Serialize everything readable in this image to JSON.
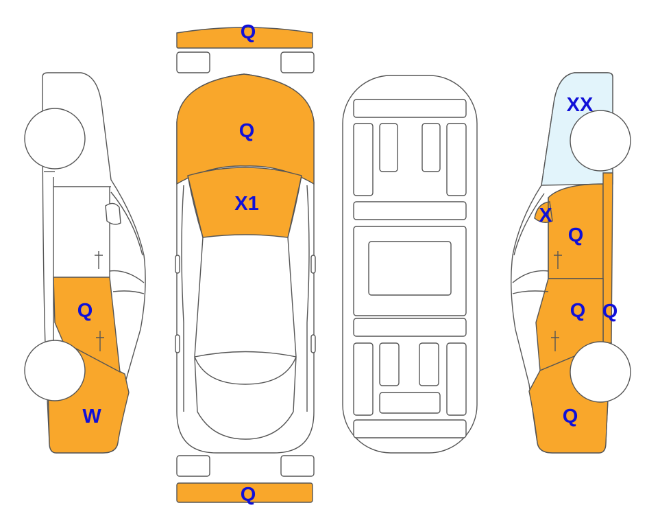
{
  "colors": {
    "damaged": "#f9a72b",
    "glass_damaged": "#e2f4fb",
    "outline": "#555555",
    "label": "#1010d8",
    "background": "#ffffff"
  },
  "labels": {
    "front_bumper": "Q",
    "hood": "Q",
    "windshield": "X1",
    "rear_bumper": "Q",
    "left_rear_door": "Q",
    "left_rear_quarter": "W",
    "right_front_glass": "XX",
    "right_mirror": "X",
    "right_front_door": "Q",
    "right_rear_door": "Q",
    "right_pillar": "Q",
    "right_rear_quarter": "Q"
  }
}
